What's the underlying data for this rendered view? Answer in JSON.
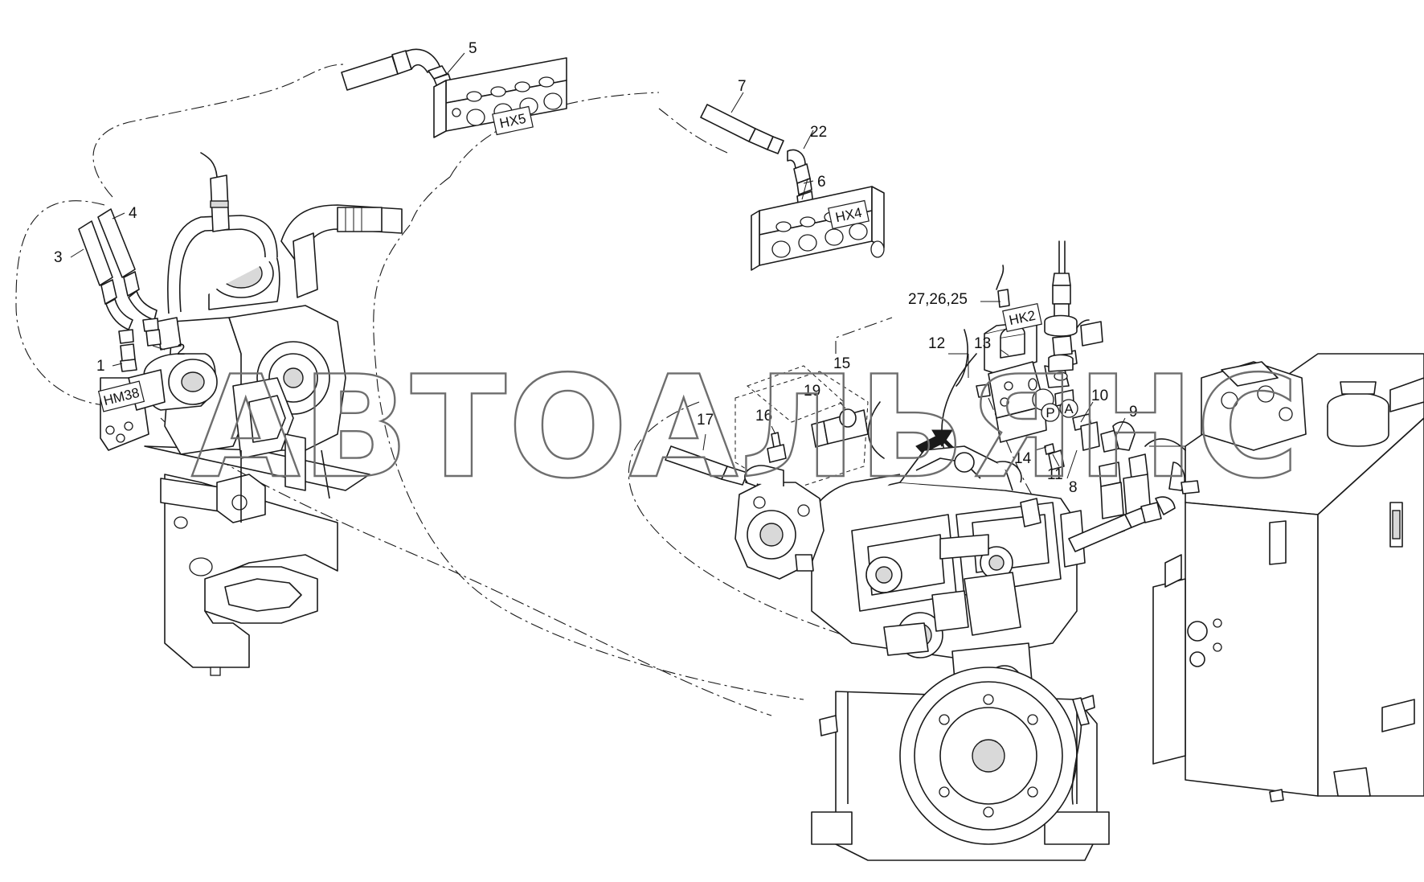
{
  "watermark": "АВТОАЛЬЯНС",
  "tags": {
    "hm38": "HM38",
    "hx5": "HX5",
    "hx4": "HX4",
    "hk2": "HK2"
  },
  "port_letters": {
    "p": "P",
    "a": "A"
  },
  "callouts": [
    {
      "id": "c1",
      "label": "1"
    },
    {
      "id": "c2",
      "label": "2"
    },
    {
      "id": "c3",
      "label": "3"
    },
    {
      "id": "c4",
      "label": "4"
    },
    {
      "id": "c5",
      "label": "5"
    },
    {
      "id": "c6",
      "label": "6"
    },
    {
      "id": "c7",
      "label": "7"
    },
    {
      "id": "c8",
      "label": "8"
    },
    {
      "id": "c9",
      "label": "9"
    },
    {
      "id": "c10",
      "label": "10"
    },
    {
      "id": "c11",
      "label": "11"
    },
    {
      "id": "c12",
      "label": "12"
    },
    {
      "id": "c13",
      "label": "13"
    },
    {
      "id": "c14",
      "label": "14"
    },
    {
      "id": "c15",
      "label": "15"
    },
    {
      "id": "c16",
      "label": "16"
    },
    {
      "id": "c17",
      "label": "17"
    },
    {
      "id": "c19",
      "label": "19"
    },
    {
      "id": "c22",
      "label": "22"
    },
    {
      "id": "c25",
      "label": "27,26,25"
    }
  ]
}
